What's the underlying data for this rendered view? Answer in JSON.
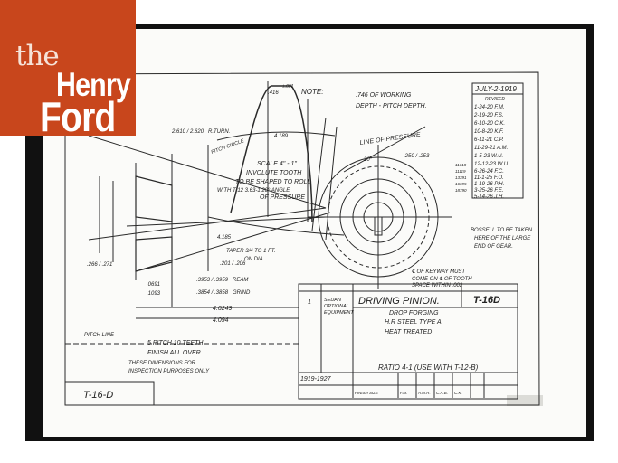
{
  "logo": {
    "line1": "the",
    "line2": "Henry",
    "line3": "Ford",
    "color": "#c8461c"
  },
  "drawing": {
    "note_label": "NOTE:",
    "note_lines": [
      ".746 OF WORKING",
      "DEPTH - PITCH DEPTH."
    ],
    "date": "JULY-2-1919",
    "revised_label": "REVISED",
    "revisions": [
      "1-24-20 F.M.",
      "2-19-20 F.S.",
      "6-10-20 C.K.",
      "10-8-20 K.F.",
      "6-11-21 C.P.",
      "11-29-21 A.M.",
      "1-5-23 W.U.",
      "12-12-23 W.U.",
      "6-26-24 F.C.",
      "11-1-25 F.O.",
      "1-19-26 P.H.",
      "3-25-26 F.E.",
      "5-14-26 J.H."
    ],
    "revision_numbers": [
      "11318",
      "11119",
      "13391",
      "16695",
      "18790"
    ],
    "dims": {
      "tooth_width": ".416",
      "tooth_tol": "±.001",
      "tooth_depth": "4.189",
      "turn": "2.610 / 2.620",
      "turn_label": "R.TURN.",
      "pitch_circle": "PITCH CIRCLE",
      "taper": "TAPER 3/4 TO 1 FT.",
      "taper2": "ON DIA.",
      "bore": ".201 / .206",
      "ream_vals": ".3953 / .3959",
      "ream": "REAM",
      "grind_vals": ".3854 / .3858",
      "grind": "GRIND",
      "len1": "4.0249",
      "len2": "4.094",
      "d1": ".1093",
      "d2": ".0691",
      "keyhole": ".250 / .253",
      "cone": "4.185",
      "d3": ".266 / .271"
    },
    "scale_lines": [
      "SCALE 4\" - 1\"",
      "INVOLUTE TOOTH",
      "TO BE SHAPED TO ROLL",
      "WITH T 12 3.63-1 20° ANGLE",
      "OF PRESSURE"
    ],
    "line_of_pressure": "LINE OF PRESSURE",
    "angle": "20°",
    "pitch_line": "PITCH LINE",
    "spec_lines": [
      "5 PITCH 10 TEETH",
      "FINISH ALL OVER"
    ],
    "inspection_lines": [
      "THESE DIMENSIONS FOR",
      "INSPECTION PURPOSES ONLY"
    ],
    "side_note": [
      "BOSSELL TO BE TAKEN",
      "HERE OF THE LARGE",
      "END OF GEAR."
    ],
    "keyway_note": [
      "℄ OF KEYWAY MUST",
      "COME ON ℄ OF TOOTH",
      "SPACE WITHIN .002"
    ],
    "corner_id": "T-16-D"
  },
  "title_block": {
    "qty": "1",
    "usage": [
      "SEDAN",
      "OPTIONAL",
      "EQUIPMENT"
    ],
    "name": "DRIVING PINION.",
    "number": "T-16D",
    "material": [
      "DROP FORGING",
      "H.R STEEL TYPE A",
      "HEAT TREATED"
    ],
    "ratio": "RATIO 4-1 (USE WITH T-12-B)",
    "years": "1919-1927",
    "finish": "FINISH SIZE",
    "initials": [
      "F.M.",
      "A.M.R.",
      "C.A.B.",
      "C.K."
    ]
  }
}
